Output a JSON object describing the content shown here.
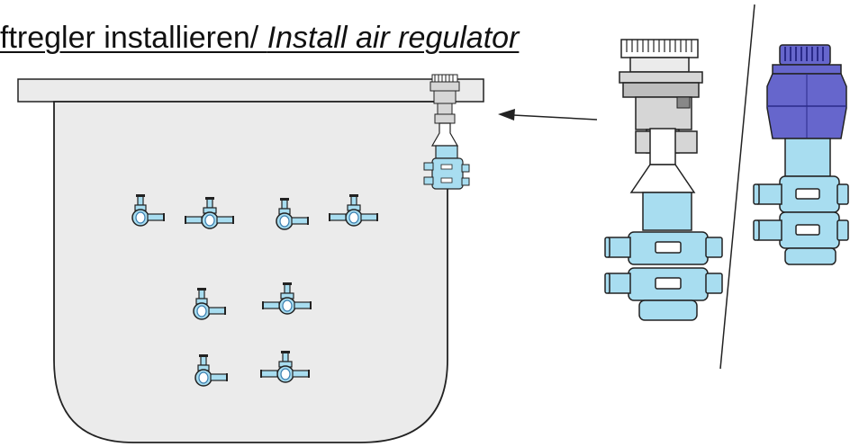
{
  "title": {
    "german": "ftregler installieren/ ",
    "english": "Install air regulator"
  },
  "colors": {
    "tank_fill": "#ebebeb",
    "part_blue": "#a8ddf0",
    "part_blue_dark": "#3a7fb0",
    "regulator_purple": "#6666cc",
    "regulator_purple_dark": "#2a2a8a",
    "outline": "#222222",
    "gray_part": "#d6d6d6"
  },
  "icons": [
    "arrow-icon",
    "t-connector-icon"
  ],
  "connectors_on_tank": 8
}
